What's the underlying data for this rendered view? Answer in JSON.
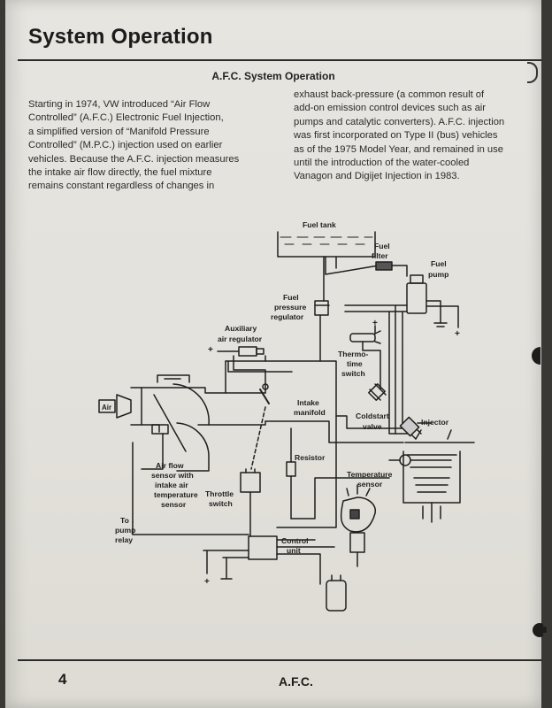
{
  "header": {
    "title": "System Operation"
  },
  "section": {
    "heading": "A.F.C. System Operation"
  },
  "body": {
    "col1_lines": [
      "Starting in 1974, VW introduced “Air Flow",
      "Controlled” (A.F.C.) Electronic Fuel Injection,",
      "a simplified version of “Manifold Pressure",
      "Controlled” (M.P.C.) injection used on earlier",
      "vehicles. Because the A.F.C. injection measures",
      "the intake air flow directly, the fuel mixture",
      "remains constant regardless of changes in"
    ],
    "col2_lines": [
      "exhaust back-pressure (a common result of",
      "add-on emission control devices such as air",
      "pumps and catalytic converters). A.F.C. injection",
      "was first incorporated on Type II (bus) vehicles",
      "as of the 1975 Model Year, and remained in use",
      "until the introduction of the water-cooled",
      "Vanagon and Digijet Injection in 1983."
    ]
  },
  "diagram": {
    "fuel_tank": "Fuel tank",
    "fuel_filter": [
      "Fuel",
      "filter"
    ],
    "fuel_pump": [
      "Fuel",
      "pump"
    ],
    "fuel_pressure_regulator": [
      "Fuel",
      "pressure",
      "regulator"
    ],
    "auxiliary_air_regulator": [
      "Auxiliary",
      "air regulator"
    ],
    "thermo_time_switch": [
      "Thermo-",
      "time",
      "switch"
    ],
    "intake_manifold": [
      "Intake",
      "manifold"
    ],
    "coldstart_valve": [
      "Coldstart",
      "valve"
    ],
    "injector": "Injector",
    "air": "Air",
    "resistor": "Resistor",
    "temperature_sensor": [
      "Temperature",
      "sensor"
    ],
    "air_flow_sensor": [
      "Air flow",
      "sensor with",
      "intake air",
      "temperature",
      "sensor"
    ],
    "throttle_switch": [
      "Throttle",
      "switch"
    ],
    "to_pump_relay": [
      "To",
      "pump",
      "relay"
    ],
    "control_unit": [
      "Control",
      "unit"
    ],
    "plus": "+"
  },
  "footer": {
    "page_number": "4",
    "label": "A.F.C."
  }
}
